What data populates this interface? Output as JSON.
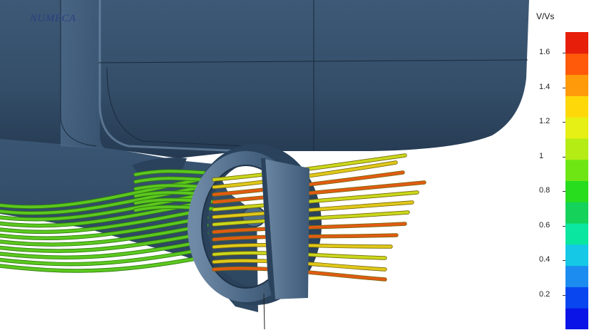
{
  "watermark": "NUMECA",
  "legend": {
    "title": "V/Vs",
    "ticks": [
      {
        "label": "1.6",
        "value": 1.6
      },
      {
        "label": "1.4",
        "value": 1.4
      },
      {
        "label": "1.2",
        "value": 1.2
      },
      {
        "label": "1",
        "value": 1.0
      },
      {
        "label": "0.8",
        "value": 0.8
      },
      {
        "label": "0.6",
        "value": 0.6
      },
      {
        "label": "0.4",
        "value": 0.4
      },
      {
        "label": "0.2",
        "value": 0.2
      }
    ],
    "range": [
      0.0,
      1.72
    ],
    "color_bands": [
      "#0a14e6",
      "#0a46f0",
      "#1c8cf0",
      "#14c8e6",
      "#0ae6a0",
      "#14d25a",
      "#28dc1e",
      "#6ee614",
      "#b4ec14",
      "#e6f014",
      "#ffd80a",
      "#ff9a0a",
      "#ff5a0a",
      "#e61e0a"
    ]
  },
  "colors": {
    "hull": "#3f5b77",
    "hull_highlight": "#6a86a2",
    "hull_shadow": "#1f3247",
    "streamline_inflow": "#5cc81e",
    "streamline_mid": "#c9d81c",
    "streamline_fast": "#e25a14"
  }
}
